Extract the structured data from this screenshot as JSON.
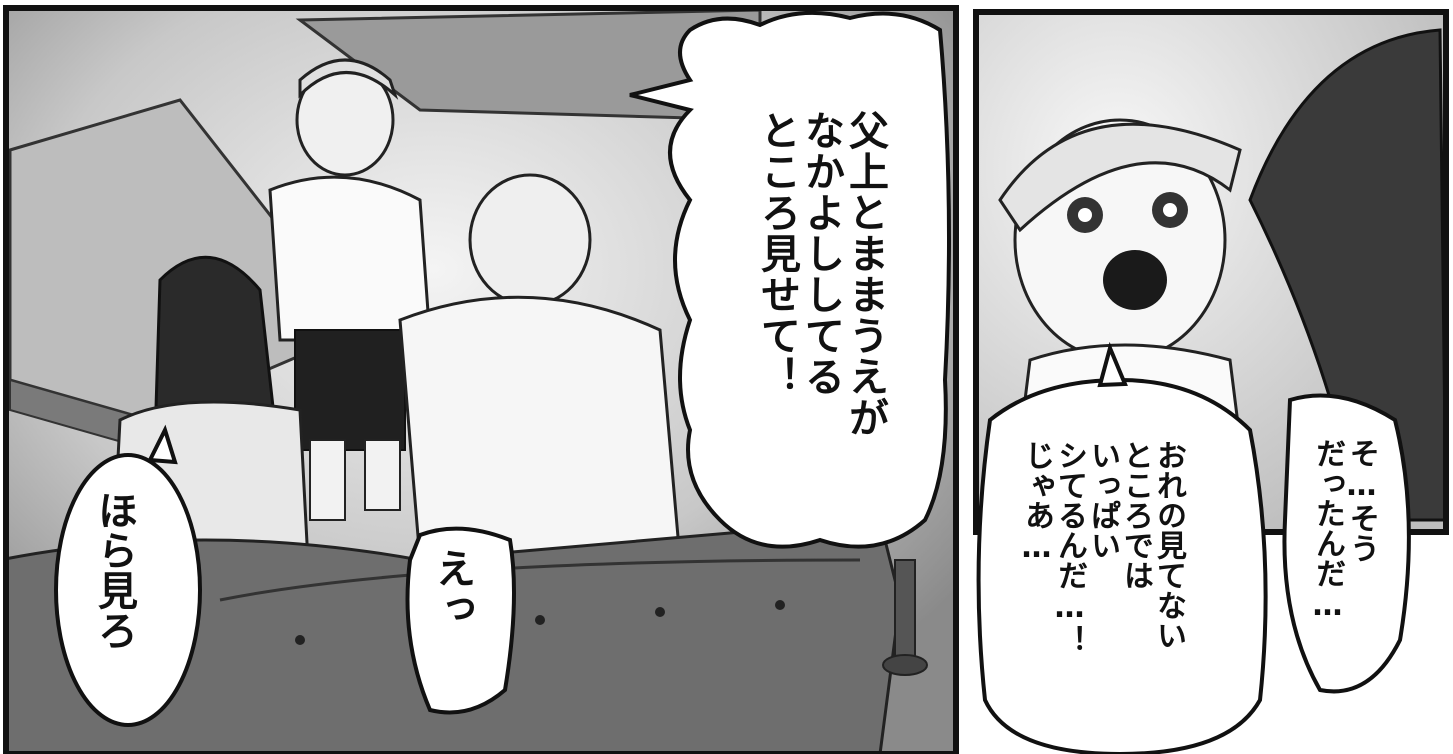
{
  "panels": {
    "left": {
      "speech": {
        "child_request": "父上とままうえが\nなかよししてる\nところ見せて！",
        "father_reaction": "えっ",
        "mother_line": "ほら見ろ"
      }
    },
    "right": {
      "speech": {
        "child_realization": "そ…そう\nだったんだ…",
        "child_thought": "おれの見てない\nところでは\nいっぱい\nシてるんだ…！\nじゃあ…"
      }
    }
  }
}
